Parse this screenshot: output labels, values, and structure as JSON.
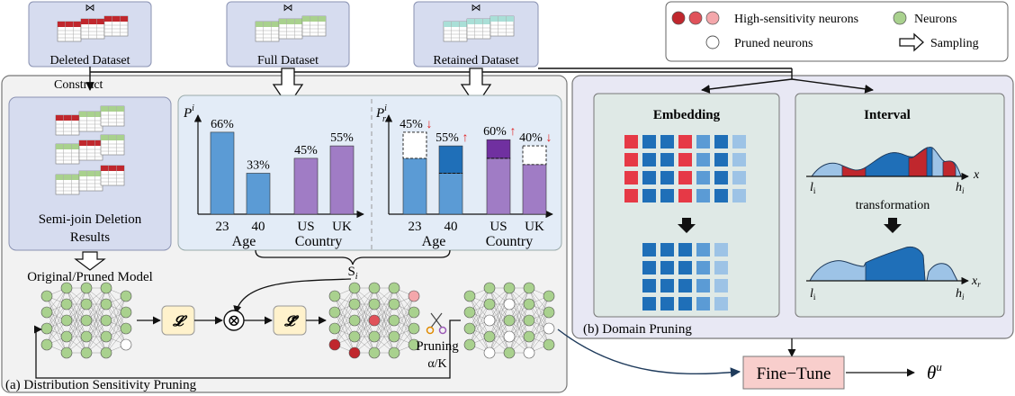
{
  "datasets": {
    "deleted": "Deleted Dataset",
    "full": "Full Dataset",
    "retained": "Retained Dataset",
    "join_symbol": "⋈"
  },
  "legend": {
    "high_sensitivity": "High-sensitivity neurons",
    "neurons": "Neurons",
    "pruned": "Pruned neurons",
    "sampling": "Sampling"
  },
  "left_panel": {
    "construct": "Construct",
    "semi_join_line1": "Semi-join Deletion",
    "semi_join_line2": "Results",
    "model_label": "Original/Pruned Model",
    "caption": "(a) Distribution Sensitivity Pruning",
    "loss": "𝓛",
    "loss_tilde": "𝓛̃",
    "otimes": "⊗",
    "pruning": "Pruning",
    "ratio": "α/K",
    "s_label_base": "S",
    "s_label_sub": "i"
  },
  "distribution": {
    "left_ylabel_base": "P",
    "left_ylabel_sup": "i",
    "right_ylabel_base": "P",
    "right_ylabel_sub": "r",
    "right_ylabel_sup": "i",
    "age": "Age",
    "country": "Country",
    "left_bars": [
      {
        "cat": "23",
        "value": 66,
        "label": "66%"
      },
      {
        "cat": "40",
        "value": 33,
        "label": "33%"
      },
      {
        "cat": "US",
        "value": 45,
        "label": "45%"
      },
      {
        "cat": "UK",
        "value": 55,
        "label": "55%"
      }
    ],
    "right_bars": [
      {
        "cat": "23",
        "value": 45,
        "orig": 66,
        "label": "45%",
        "trend": "↓"
      },
      {
        "cat": "40",
        "value": 55,
        "orig": 33,
        "label": "55%",
        "trend": "↑"
      },
      {
        "cat": "US",
        "value": 60,
        "orig": 45,
        "label": "60%",
        "trend": "↑"
      },
      {
        "cat": "UK",
        "value": 40,
        "orig": 55,
        "label": "40%",
        "trend": "↓"
      }
    ],
    "colors": {
      "age": "#5b9bd5",
      "age_dark": "#1f6fb8",
      "country": "#a07cc5",
      "country_dark": "#7030a0",
      "trend": "#e02020"
    }
  },
  "domain": {
    "embedding_title": "Embedding",
    "interval_title": "Interval",
    "transformation": "transformation",
    "caption": "(b) Domain Pruning",
    "x_label": "x",
    "xr_base": "x",
    "xr_sub": "r",
    "l_base": "l",
    "l_sub": "i",
    "h_base": "h",
    "h_sub": "i"
  },
  "finetune": {
    "label": "Fine−Tune",
    "theta_base": "θ",
    "theta_sup": "u"
  },
  "colors": {
    "high_sens_dark": "#c0272d",
    "high_sens_mid": "#e0525a",
    "high_sens_light": "#f4a7ab",
    "neuron": "#a9d18e",
    "panel_bg": "#f2f2f2",
    "domain_bg": "#e8e8f4",
    "card_bg": "#d6dcef",
    "finetune_bg": "#f8cecc",
    "blue_dark": "#1f6fb8",
    "blue_mid": "#5b9bd5",
    "blue_light": "#9dc3e6"
  }
}
